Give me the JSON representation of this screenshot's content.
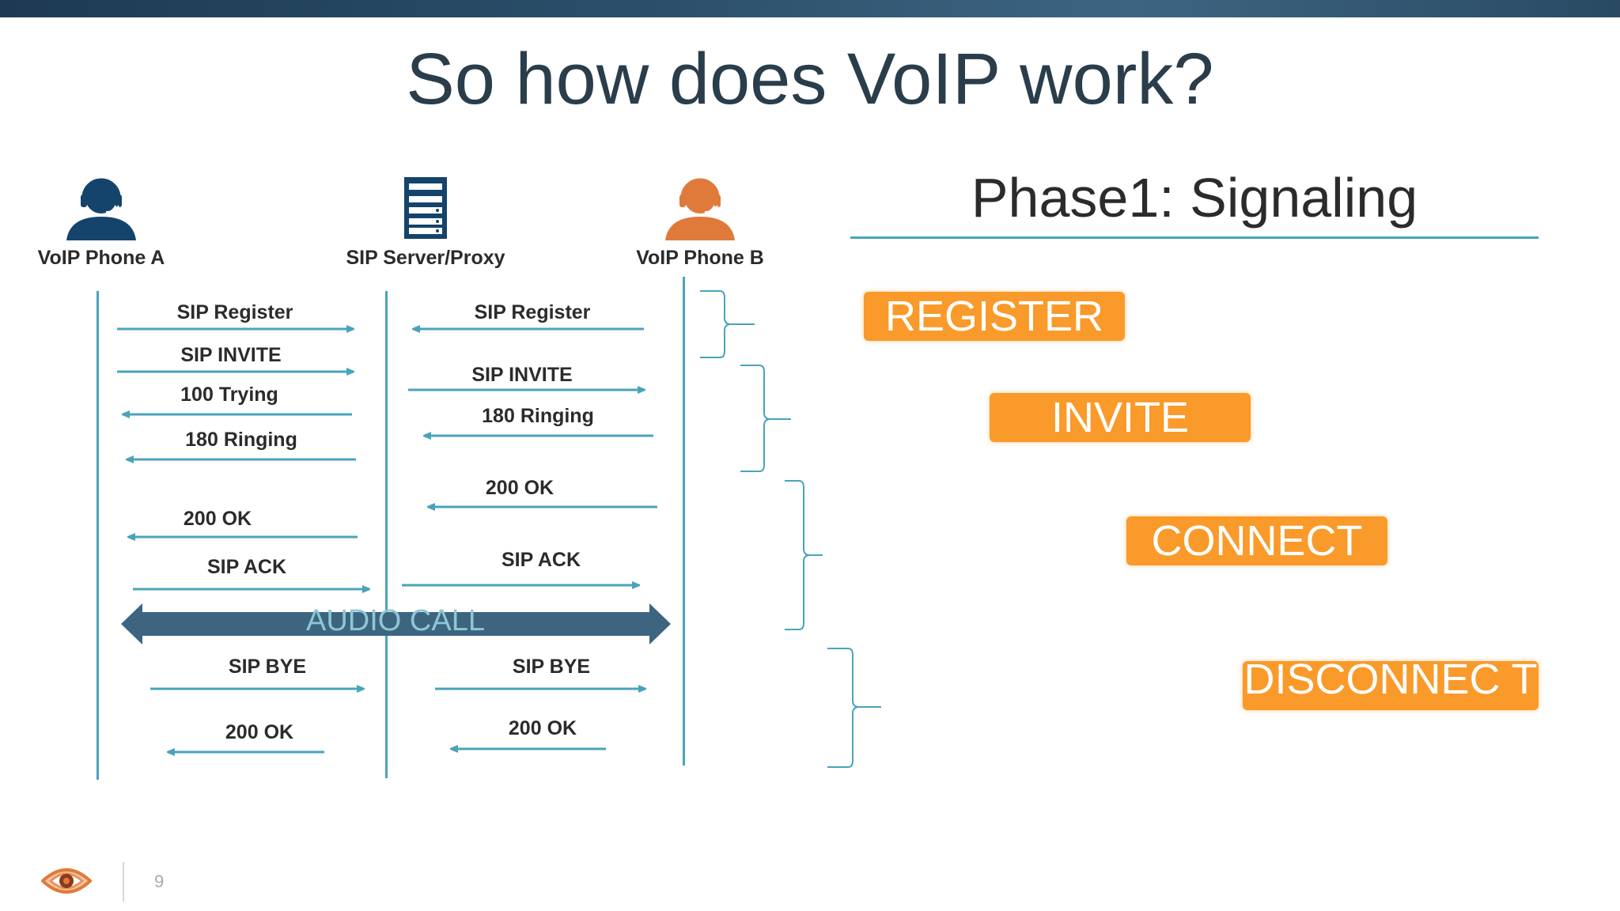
{
  "title": "So how does VoIP work?",
  "phase": {
    "title": "Phase1: Signaling",
    "boxes": [
      "REGISTER",
      "INVITE",
      "CONNECT",
      "DISCONNEC T"
    ]
  },
  "actors": {
    "phone_a": "VoIP Phone A",
    "server": "SIP Server/Proxy",
    "phone_b": "VoIP Phone B"
  },
  "messages_left": [
    "SIP Register",
    "SIP INVITE",
    "100 Trying",
    "180 Ringing",
    "200 OK",
    "SIP ACK",
    "SIP BYE",
    "200 OK"
  ],
  "messages_right": [
    "SIP Register",
    "SIP INVITE",
    "180 Ringing",
    "200 OK",
    "SIP ACK",
    "SIP BYE",
    "200 OK"
  ],
  "audio_call": "AUDIO CALL",
  "footer": {
    "page_number": "9"
  },
  "colors": {
    "accent_blue": "#4aa3bb",
    "phone_a": "#14436b",
    "phone_b": "#e07a3a",
    "orange": "#f99a2a",
    "audio_bar": "#3d6580"
  }
}
